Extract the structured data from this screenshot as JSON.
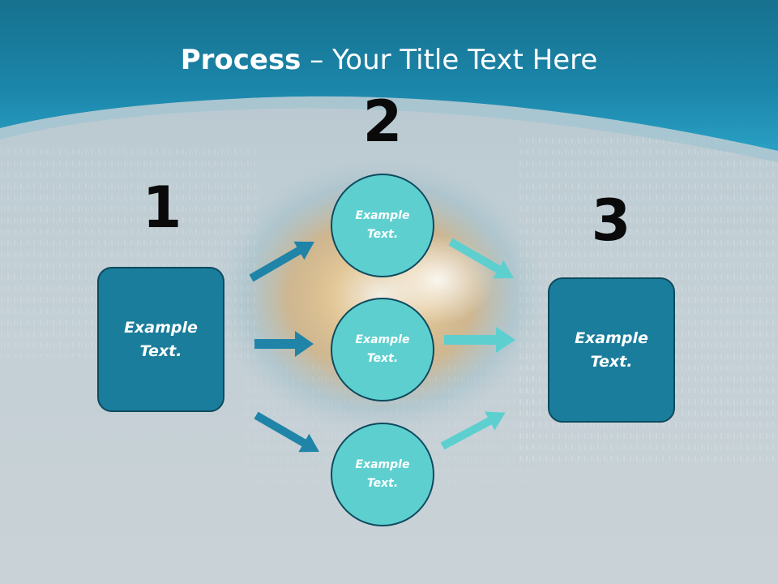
{
  "title": {
    "bold": "Process",
    "rest": " – Your Title Text Here"
  },
  "steps": {
    "one": {
      "number": "1",
      "label": "Example\nText."
    },
    "two": {
      "number": "2"
    },
    "three": {
      "number": "3",
      "label": "Example\nText."
    }
  },
  "circles": [
    {
      "label": "Example\nText."
    },
    {
      "label": "Example\nText."
    },
    {
      "label": "Example\nText."
    }
  ],
  "colors": {
    "header": "#1a86aa",
    "box": "#1a7d9b",
    "circle": "#5ecfcf",
    "arrow_dark": "#1f84a8",
    "arrow_light": "#5ecfcf",
    "number": "#0a0a0a"
  }
}
